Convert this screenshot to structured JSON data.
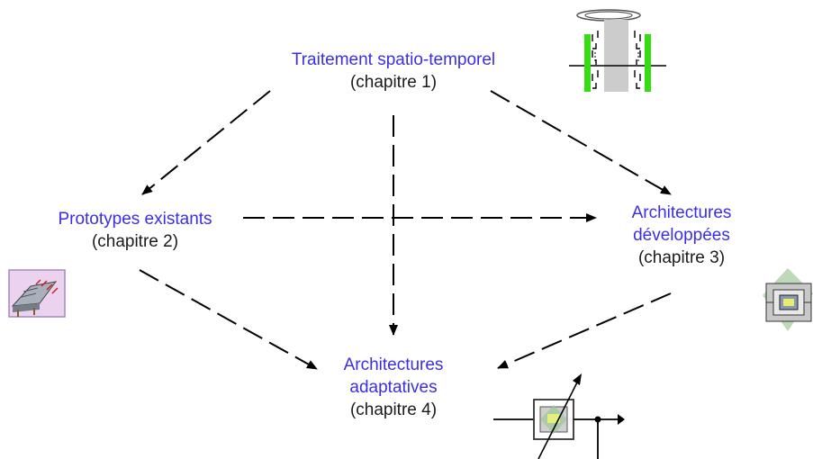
{
  "nodes": {
    "n1": {
      "title": "Traitement spatio-temporel",
      "subtitle": "(chapitre 1)",
      "icon": "antenna-array-icon"
    },
    "n2": {
      "title": "Prototypes existants",
      "subtitle": "(chapitre 2)",
      "icon": "prototype-board-icon"
    },
    "n3": {
      "title_line1": "Architectures",
      "title_line2": "développées",
      "subtitle": "(chapitre 3)",
      "icon": "chip-architecture-icon"
    },
    "n4": {
      "title_line1": "Architectures",
      "title_line2": "adaptatives",
      "subtitle": "(chapitre 4)",
      "icon": "adaptive-filter-icon"
    }
  },
  "edges": [
    {
      "from": "n1",
      "to": "n2"
    },
    {
      "from": "n1",
      "to": "n3"
    },
    {
      "from": "n1",
      "to": "n4"
    },
    {
      "from": "n2",
      "to": "n3"
    },
    {
      "from": "n2",
      "to": "n4"
    },
    {
      "from": "n3",
      "to": "n4"
    }
  ],
  "colors": {
    "title": "#3a2fe6",
    "subtitle": "#1a1a1a",
    "arrow": "#000000",
    "green_bar": "#33dd11",
    "gray_bar": "#cccccc"
  }
}
